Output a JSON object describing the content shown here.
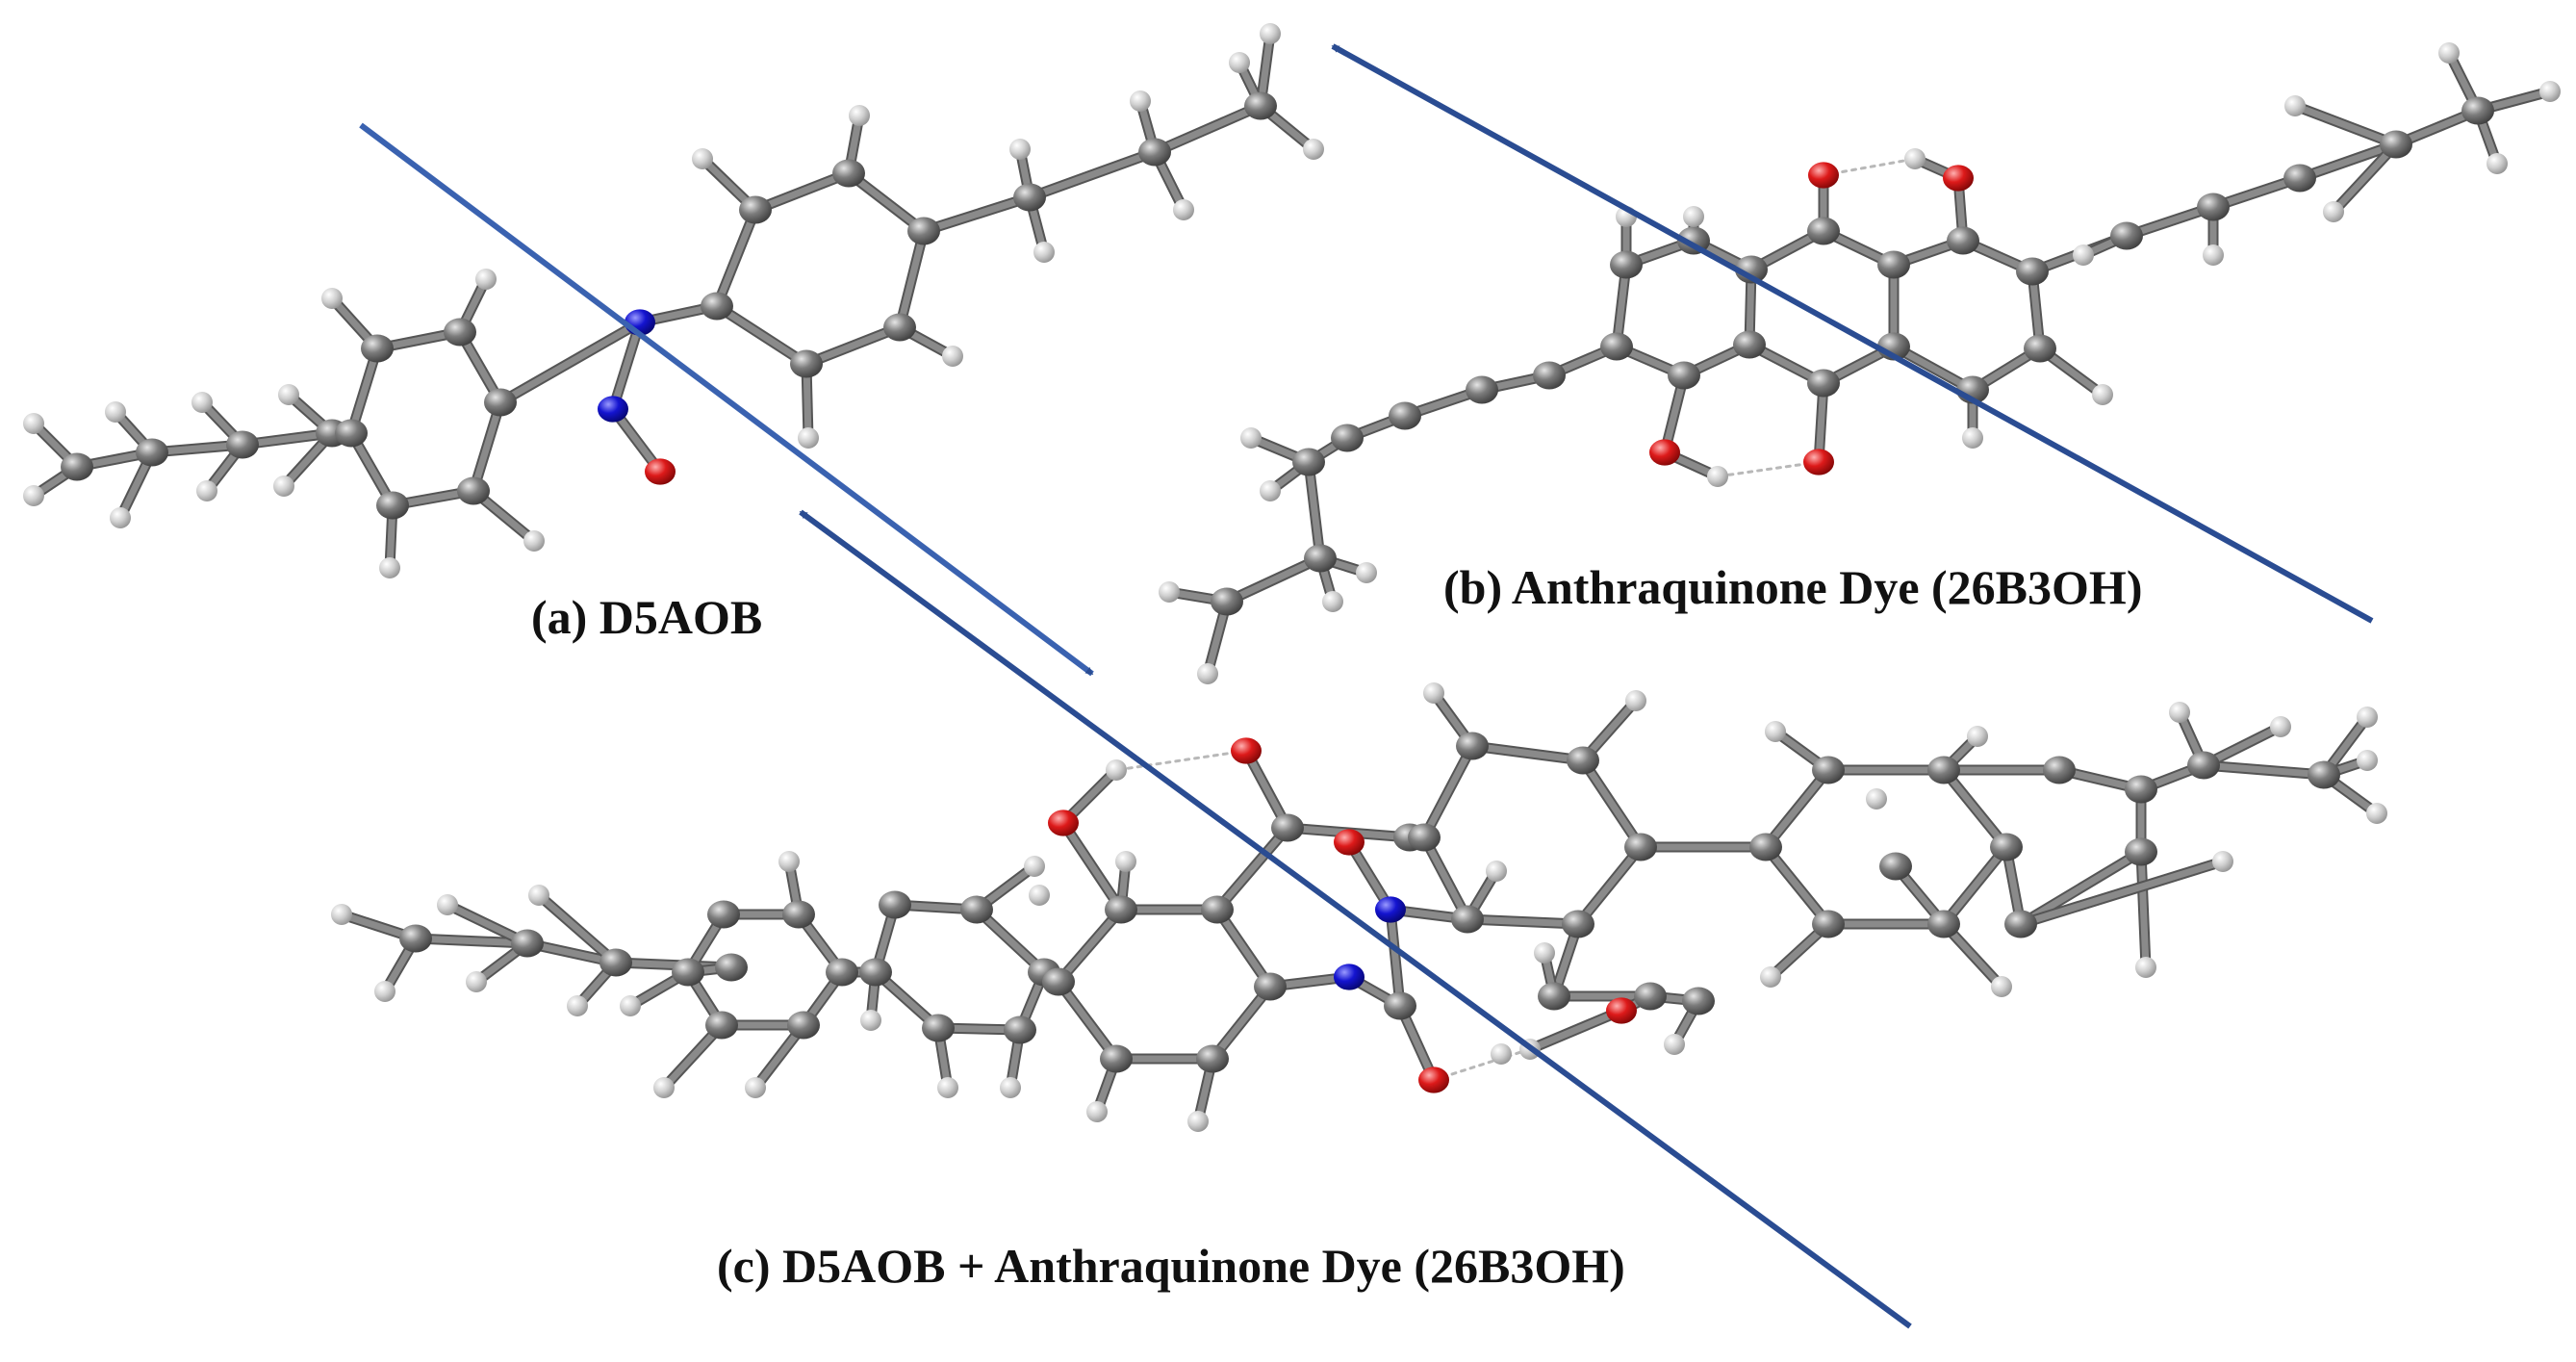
{
  "panels": {
    "a": {
      "caption": "(a) D5AOB"
    },
    "b": {
      "caption": "(b) Anthraquinone Dye (26B3OH)"
    },
    "c": {
      "caption": "(c) D5AOB + Anthraquinone Dye (26B3OH)"
    }
  },
  "colors": {
    "carbon": "#6f6f6f",
    "hydrogen": "#c4c4c4",
    "nitrogen": "#1010c8",
    "oxygen": "#d01515",
    "bond": "#8a8a8a",
    "hbond": "#b8b8b8",
    "axis": "#2a4c92",
    "background": "#ffffff"
  }
}
